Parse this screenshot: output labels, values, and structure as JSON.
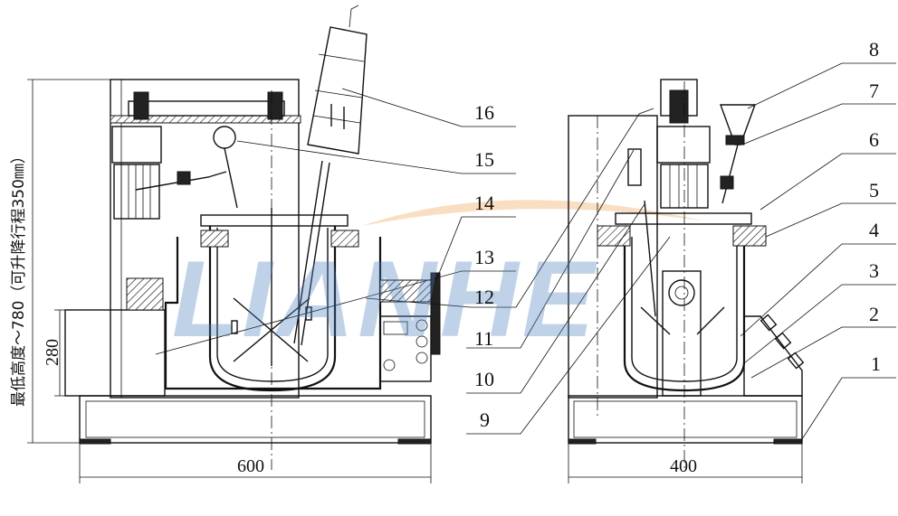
{
  "watermark": {
    "text": "LIANHE",
    "color": "#4a7fc0",
    "swoosh_color": "#f0a050"
  },
  "dimensions": {
    "left_width": "600",
    "right_width": "400",
    "left_height": "280",
    "vertical_note": "最低高度～780（可升降行程350㎜）"
  },
  "part_labels": [
    "1",
    "2",
    "3",
    "4",
    "5",
    "6",
    "7",
    "8",
    "9",
    "10",
    "11",
    "12",
    "13",
    "14",
    "15",
    "16"
  ]
}
